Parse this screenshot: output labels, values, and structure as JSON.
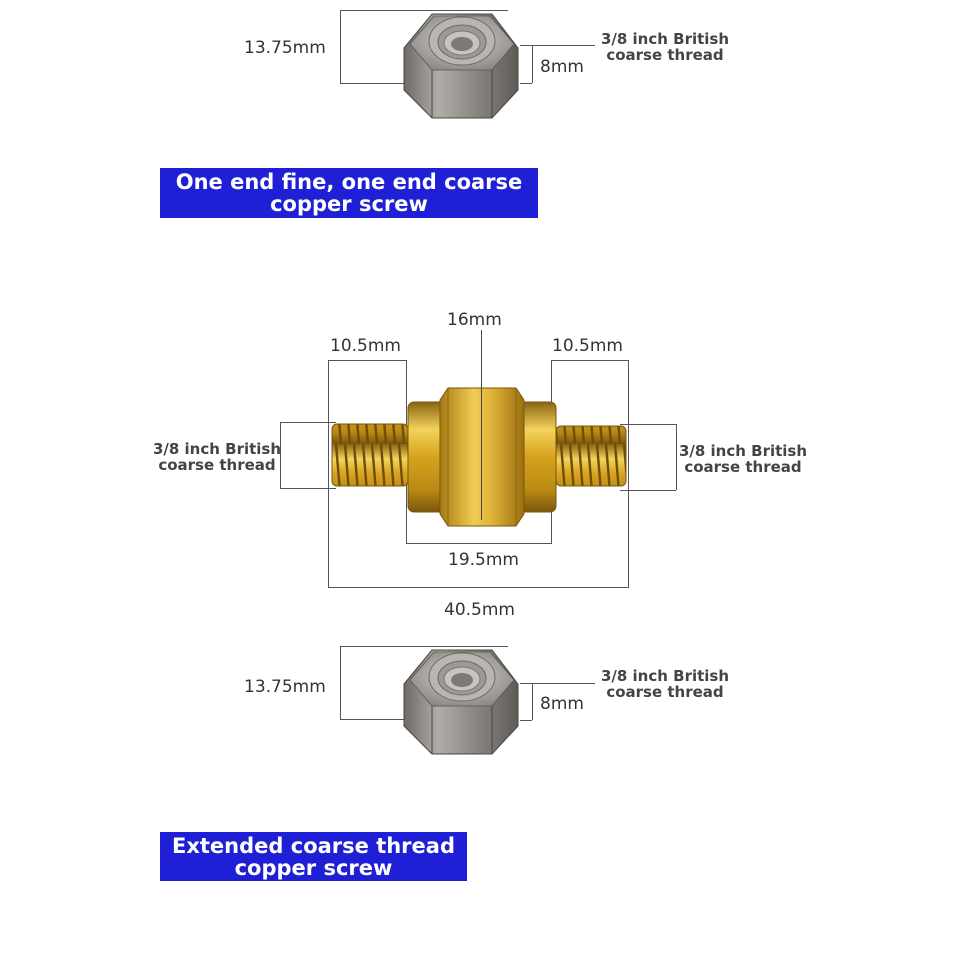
{
  "top_nut": {
    "width_label": "13.75mm",
    "height_label": "8mm",
    "thread_label_line1": "3/8 inch British",
    "thread_label_line2": "coarse thread"
  },
  "banner_top": {
    "line1": "One end fine, one end coarse",
    "line2": "copper screw"
  },
  "screw": {
    "hex_label": "16mm",
    "left_thread_length": "10.5mm",
    "right_thread_length": "10.5mm",
    "left_thread_line1": "3/8 inch British",
    "left_thread_line2": "coarse thread",
    "right_thread_line1": "3/8 inch British",
    "right_thread_line2": "coarse thread",
    "body_length": "19.5mm",
    "total_length": "40.5mm"
  },
  "bottom_nut": {
    "width_label": "13.75mm",
    "height_label": "8mm",
    "thread_label_line1": "3/8 inch British",
    "thread_label_line2": "coarse thread"
  },
  "banner_bottom": {
    "line1": "Extended coarse thread",
    "line2": "copper screw"
  },
  "colors": {
    "banner_blue": "#1f1fd6",
    "brass": "#d9a820",
    "steel": "#8f8c88"
  }
}
